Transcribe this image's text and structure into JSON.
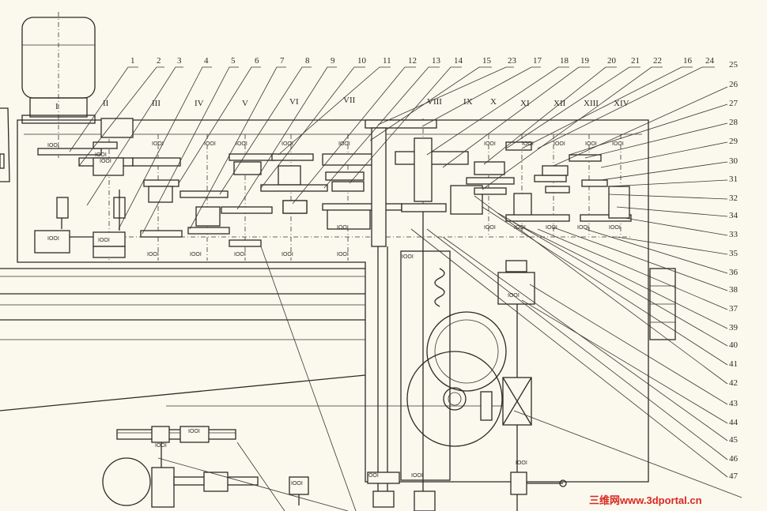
{
  "callouts": [
    "1",
    "2",
    "3",
    "4",
    "5",
    "6",
    "7",
    "8",
    "9",
    "10",
    "11",
    "12",
    "13",
    "14",
    "15",
    "23",
    "17",
    "18",
    "19",
    "20",
    "21",
    "22",
    "16",
    "24",
    "25",
    "26",
    "27",
    "28",
    "29",
    "30",
    "31",
    "32",
    "34",
    "33",
    "35",
    "36",
    "38",
    "37",
    "39",
    "40",
    "41",
    "42",
    "43",
    "44",
    "45",
    "46",
    "47"
  ],
  "shafts": [
    "I",
    "II",
    "III",
    "IV",
    "V",
    "VI",
    "VII",
    "VIII",
    "IX",
    "X",
    "XI",
    "XII",
    "XIII",
    "XIV"
  ],
  "bearing_mark": "IOOI",
  "watermark": "三维网www.3dportal.cn"
}
